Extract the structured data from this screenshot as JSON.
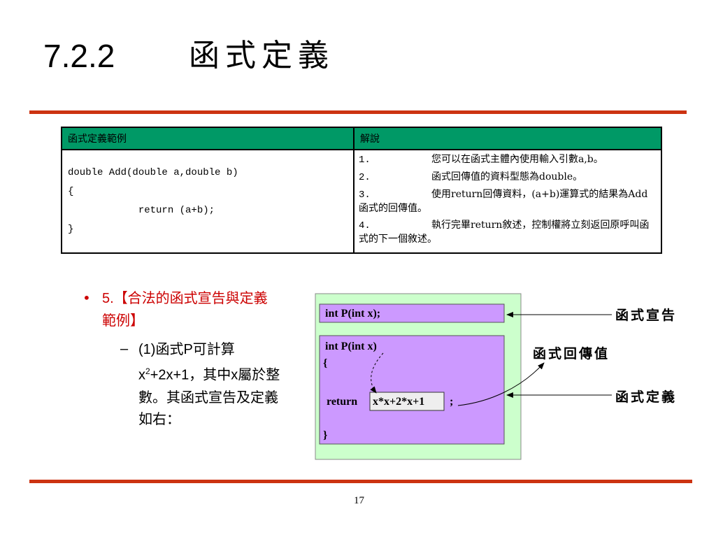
{
  "slide": {
    "title_number": "7.2.2",
    "title_text": "函式定義",
    "page_number": "17"
  },
  "table": {
    "headers": [
      "函式定義範例",
      "解說"
    ],
    "code_lines": [
      "double Add(double a,double b)",
      "{",
      "            return (a+b);",
      "}"
    ],
    "explanations": [
      {
        "num": "1.",
        "text": "您可以在函式主體內使用輸入引數a,b。"
      },
      {
        "num": "2.",
        "text": "函式回傳值的資料型態為double。"
      },
      {
        "num": "3.",
        "text": "使用return回傳資料，(a+b)運算式的結果為Add函式的回傳值。"
      },
      {
        "num": "4.",
        "text": "執行完畢return敘述，控制權將立刻返回原呼叫函式的下一個敘述。"
      }
    ]
  },
  "bullets": {
    "level1_number": "5.",
    "level1_text": "【合法的函式宣告與定義範例】",
    "level2_dash": "–",
    "level2_prefix": "(1)",
    "level2_a": "函式",
    "level2_p": "P",
    "level2_b": "可計算",
    "level2_x": "x",
    "level2_exp": "2",
    "level2_expr_rest": "+2x+1",
    "level2_c": "，其中",
    "level2_x2": "x",
    "level2_d": "屬於整數。其函式宣告及定義如右："
  },
  "diagram": {
    "declaration": "int P(int x);",
    "def_header": "int P(int x)",
    "open_brace": "{",
    "return_kw": "return",
    "expression": "x*x+2*x+1",
    "semicolon": ";",
    "close_brace": "}",
    "label_declaration": "函式宣告",
    "label_return_value": "函式回傳值",
    "label_definition": "函式定義"
  },
  "colors": {
    "accent_rule": "#cc3311",
    "table_header": "#009966",
    "diagram_bg": "#ccffcc",
    "diagram_box": "#cc99ff",
    "bullet_red": "#cc0000"
  }
}
